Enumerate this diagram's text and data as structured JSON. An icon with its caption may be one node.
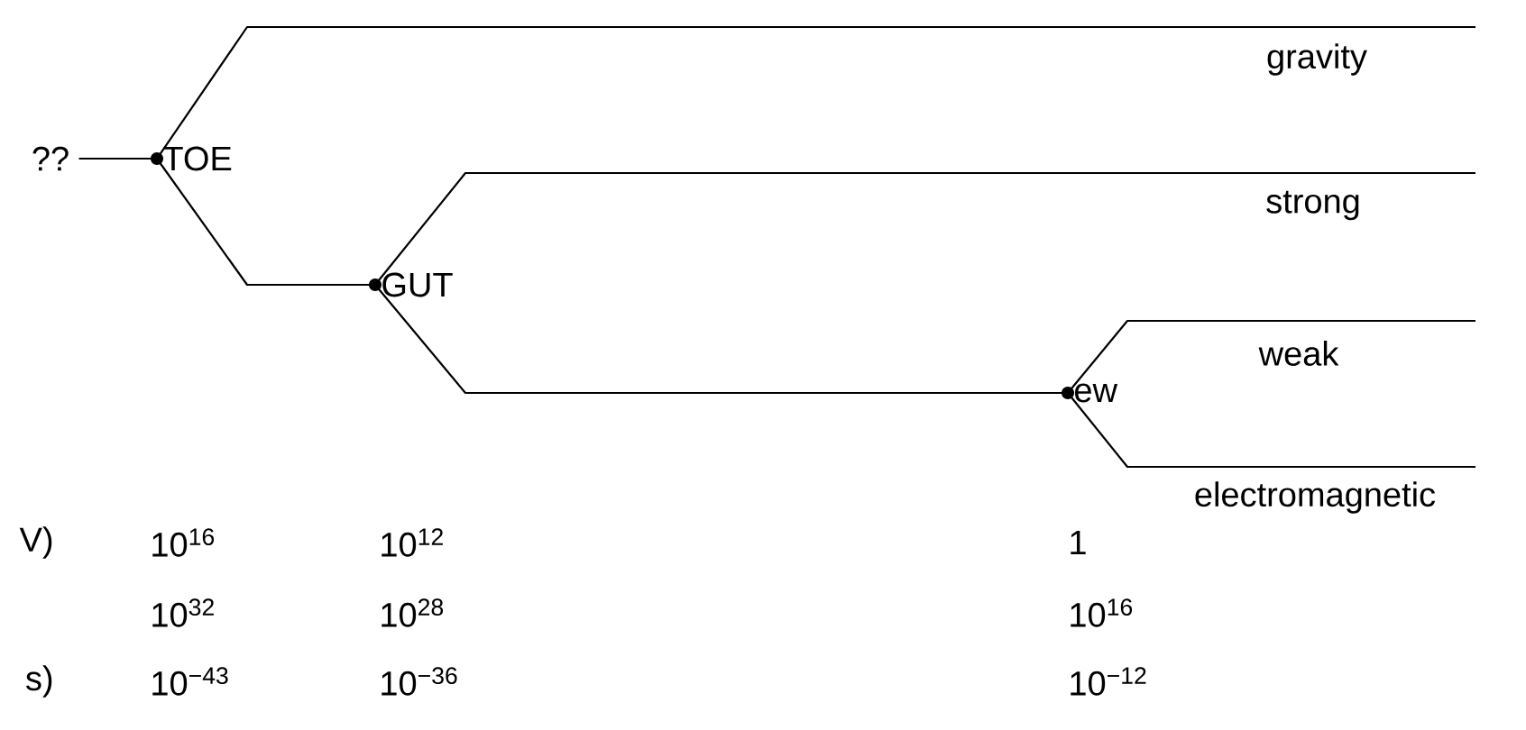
{
  "diagram": {
    "nodes": [
      {
        "text": [
          "??"
        ]
      },
      {
        "text": [
          "TOE"
        ]
      },
      {
        "text": [
          "GUT"
        ]
      },
      {
        "text": [
          "ew"
        ]
      },
      {
        "text": [
          "gravity"
        ]
      },
      {
        "text": [
          "strong"
        ]
      },
      {
        "text": [
          "weak"
        ]
      },
      {
        "text": [
          "electromagnetic"
        ]
      }
    ],
    "edges": [
      {
        "from": 0,
        "to": 1,
        "arrow": "none"
      },
      {
        "from": 1,
        "to": 4,
        "arrow": "none"
      },
      {
        "from": 1,
        "to": 2,
        "arrow": "none"
      },
      {
        "from": 2,
        "to": 5,
        "arrow": "none"
      },
      {
        "from": 2,
        "to": 3,
        "arrow": "none"
      },
      {
        "from": 3,
        "to": 6,
        "arrow": "none"
      },
      {
        "from": 3,
        "to": 7,
        "arrow": "none"
      }
    ],
    "labels": [
      "V)",
      "10$^{16}$",
      "10$^{12}$",
      "1",
      "10$^{32}$",
      "10$^{28}$",
      "10$^{16}$",
      "s)",
      "10$^{−43}$",
      "10$^{−36}$",
      "10$^{−12}$"
    ]
  }
}
